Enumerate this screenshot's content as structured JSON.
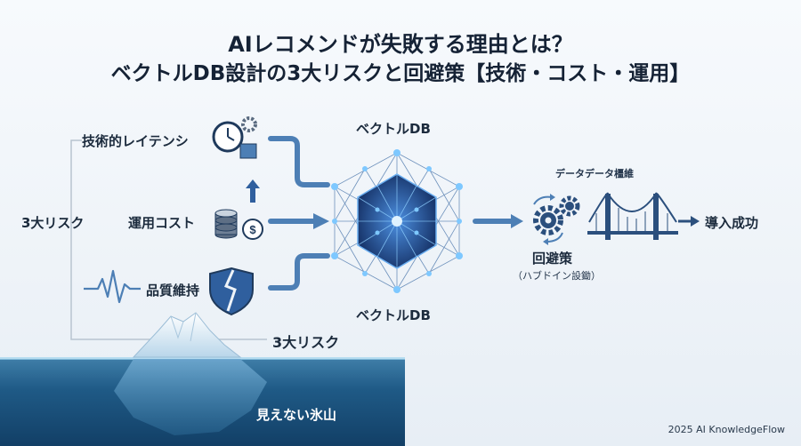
{
  "title": {
    "line1": "AIレコメンドが失敗する理由とは？",
    "line2": "ベクトルDB設計の3大リスクと回避策【技術・コスト・運用】"
  },
  "left": {
    "group_label": "3大リスク",
    "risks": [
      {
        "label": "技術的レイテンシ",
        "icon": "clock-gear-icon"
      },
      {
        "label": "運用コスト",
        "icon": "coin-stack-dollar-icon"
      },
      {
        "label": "品質維持",
        "icon": "broken-shield-icon"
      }
    ],
    "pulse_icon": "pulse-wave-icon"
  },
  "center": {
    "top_label": "ベクトルDB",
    "bottom_label": "ベクトルDB"
  },
  "iceberg": {
    "label": "3大リスク",
    "underwater_label": "見えない氷山"
  },
  "right": {
    "bridge_caption": "データデータ橿維",
    "solution_title": "回避策",
    "solution_sub": "（ハブドイン設鋤）",
    "result": "導入成功"
  },
  "footer": "2025 AI KnowledgeFlow",
  "colors": {
    "accent": "#2f5f9e",
    "arrow": "#4d7fb5",
    "water": "#1f5a86",
    "node": "#7ec8ff"
  }
}
